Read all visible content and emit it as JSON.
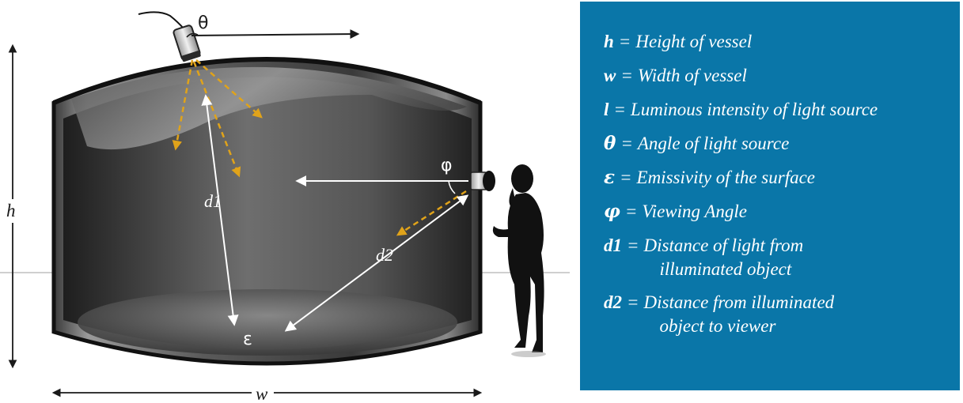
{
  "diagram": {
    "labels": {
      "theta": "θ",
      "phi": "φ",
      "epsilon": "ε",
      "h": "h",
      "w": "w",
      "d1": "d1",
      "d2": "d2"
    },
    "colors": {
      "vessel_dark": "#2b2b2b",
      "vessel_mid": "#6e6e6e",
      "vessel_light": "#bfbfbf",
      "light_ray": "#e0a31a",
      "arrow": "#ffffff",
      "legend_bg": "#0a76a8"
    }
  },
  "legend": {
    "items": [
      {
        "symbol": "h",
        "sep": "=",
        "lines": [
          "Height of vessel"
        ]
      },
      {
        "symbol": "w",
        "sep": "=",
        "lines": [
          "Width of vessel"
        ]
      },
      {
        "symbol": "l",
        "sep": "=",
        "lines": [
          "Luminous intensity of light source"
        ]
      },
      {
        "symbol": "θ",
        "sep": "=",
        "lines": [
          "Angle of light source"
        ]
      },
      {
        "symbol": "ε",
        "sep": "=",
        "lines": [
          "Emissivity of the surface"
        ]
      },
      {
        "symbol": "φ",
        "sep": "=",
        "lines": [
          "Viewing Angle"
        ]
      },
      {
        "symbol": "d1",
        "sep": "=",
        "lines": [
          "Distance of light from",
          "illuminated object"
        ]
      },
      {
        "symbol": "d2",
        "sep": "=",
        "lines": [
          "Distance from illuminated",
          "object to viewer"
        ]
      }
    ]
  }
}
